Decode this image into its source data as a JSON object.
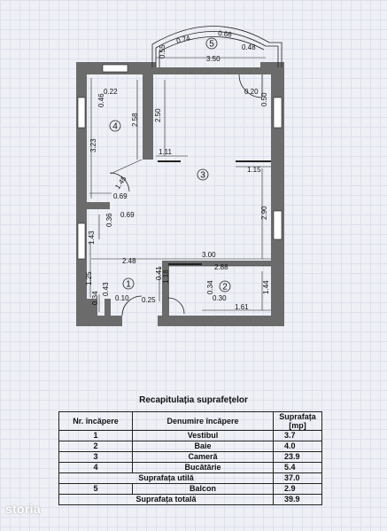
{
  "plan": {
    "room_numbers": [
      "1",
      "2",
      "3",
      "4",
      "5"
    ],
    "dimensions": {
      "d_074": "0.74",
      "d_066": "0.66",
      "d_048": "0.48",
      "d_055": "0.55",
      "d_350": "3.50",
      "d_022": "0.22",
      "d_046": "0.46",
      "d_258": "2.58",
      "d_250": "2.50",
      "d_020": "0.20",
      "d_050": "0.50",
      "d_323": "3.23",
      "d_111": "1.11",
      "d_115": "1.15",
      "d_145": "1.45",
      "d_069a": "0.69",
      "d_036": "0.36",
      "d_069b": "0.69",
      "d_143": "1.43",
      "d_290": "2.90",
      "d_300": "3.00",
      "d_248": "2.48",
      "d_288": "2.88",
      "d_041": "0.41",
      "d_118": "1.18",
      "d_125": "1.25",
      "d_034a": "0.34",
      "d_043": "0.43",
      "d_010": "0.10",
      "d_025": "0.25",
      "d_034b": "0.34",
      "d_030": "0.30",
      "d_144": "1.44",
      "d_161": "1.61"
    }
  },
  "summary": {
    "title": "Recapitulația suprafețelor",
    "headers": {
      "nr": "Nr. încăpere",
      "name": "Denumire încăpere",
      "area": "Suprafața [mp]"
    },
    "rows": [
      {
        "nr": "1",
        "name": "Vestibul",
        "area": "3.7"
      },
      {
        "nr": "2",
        "name": "Baie",
        "area": "4.0"
      },
      {
        "nr": "3",
        "name": "Cameră",
        "area": "23.9"
      },
      {
        "nr": "4",
        "name": "Bucătărie",
        "area": "5.4"
      }
    ],
    "useful_label": "Suprafața utilă",
    "useful_value": "37.0",
    "balcony": {
      "nr": "5",
      "name": "Balcon",
      "area": "2.9"
    },
    "total_label": "Suprafața totală",
    "total_value": "39.9"
  },
  "watermark": "storia",
  "colors": {
    "wall": "#6b6b6b",
    "line": "#222222",
    "background": "#eef0f6"
  }
}
